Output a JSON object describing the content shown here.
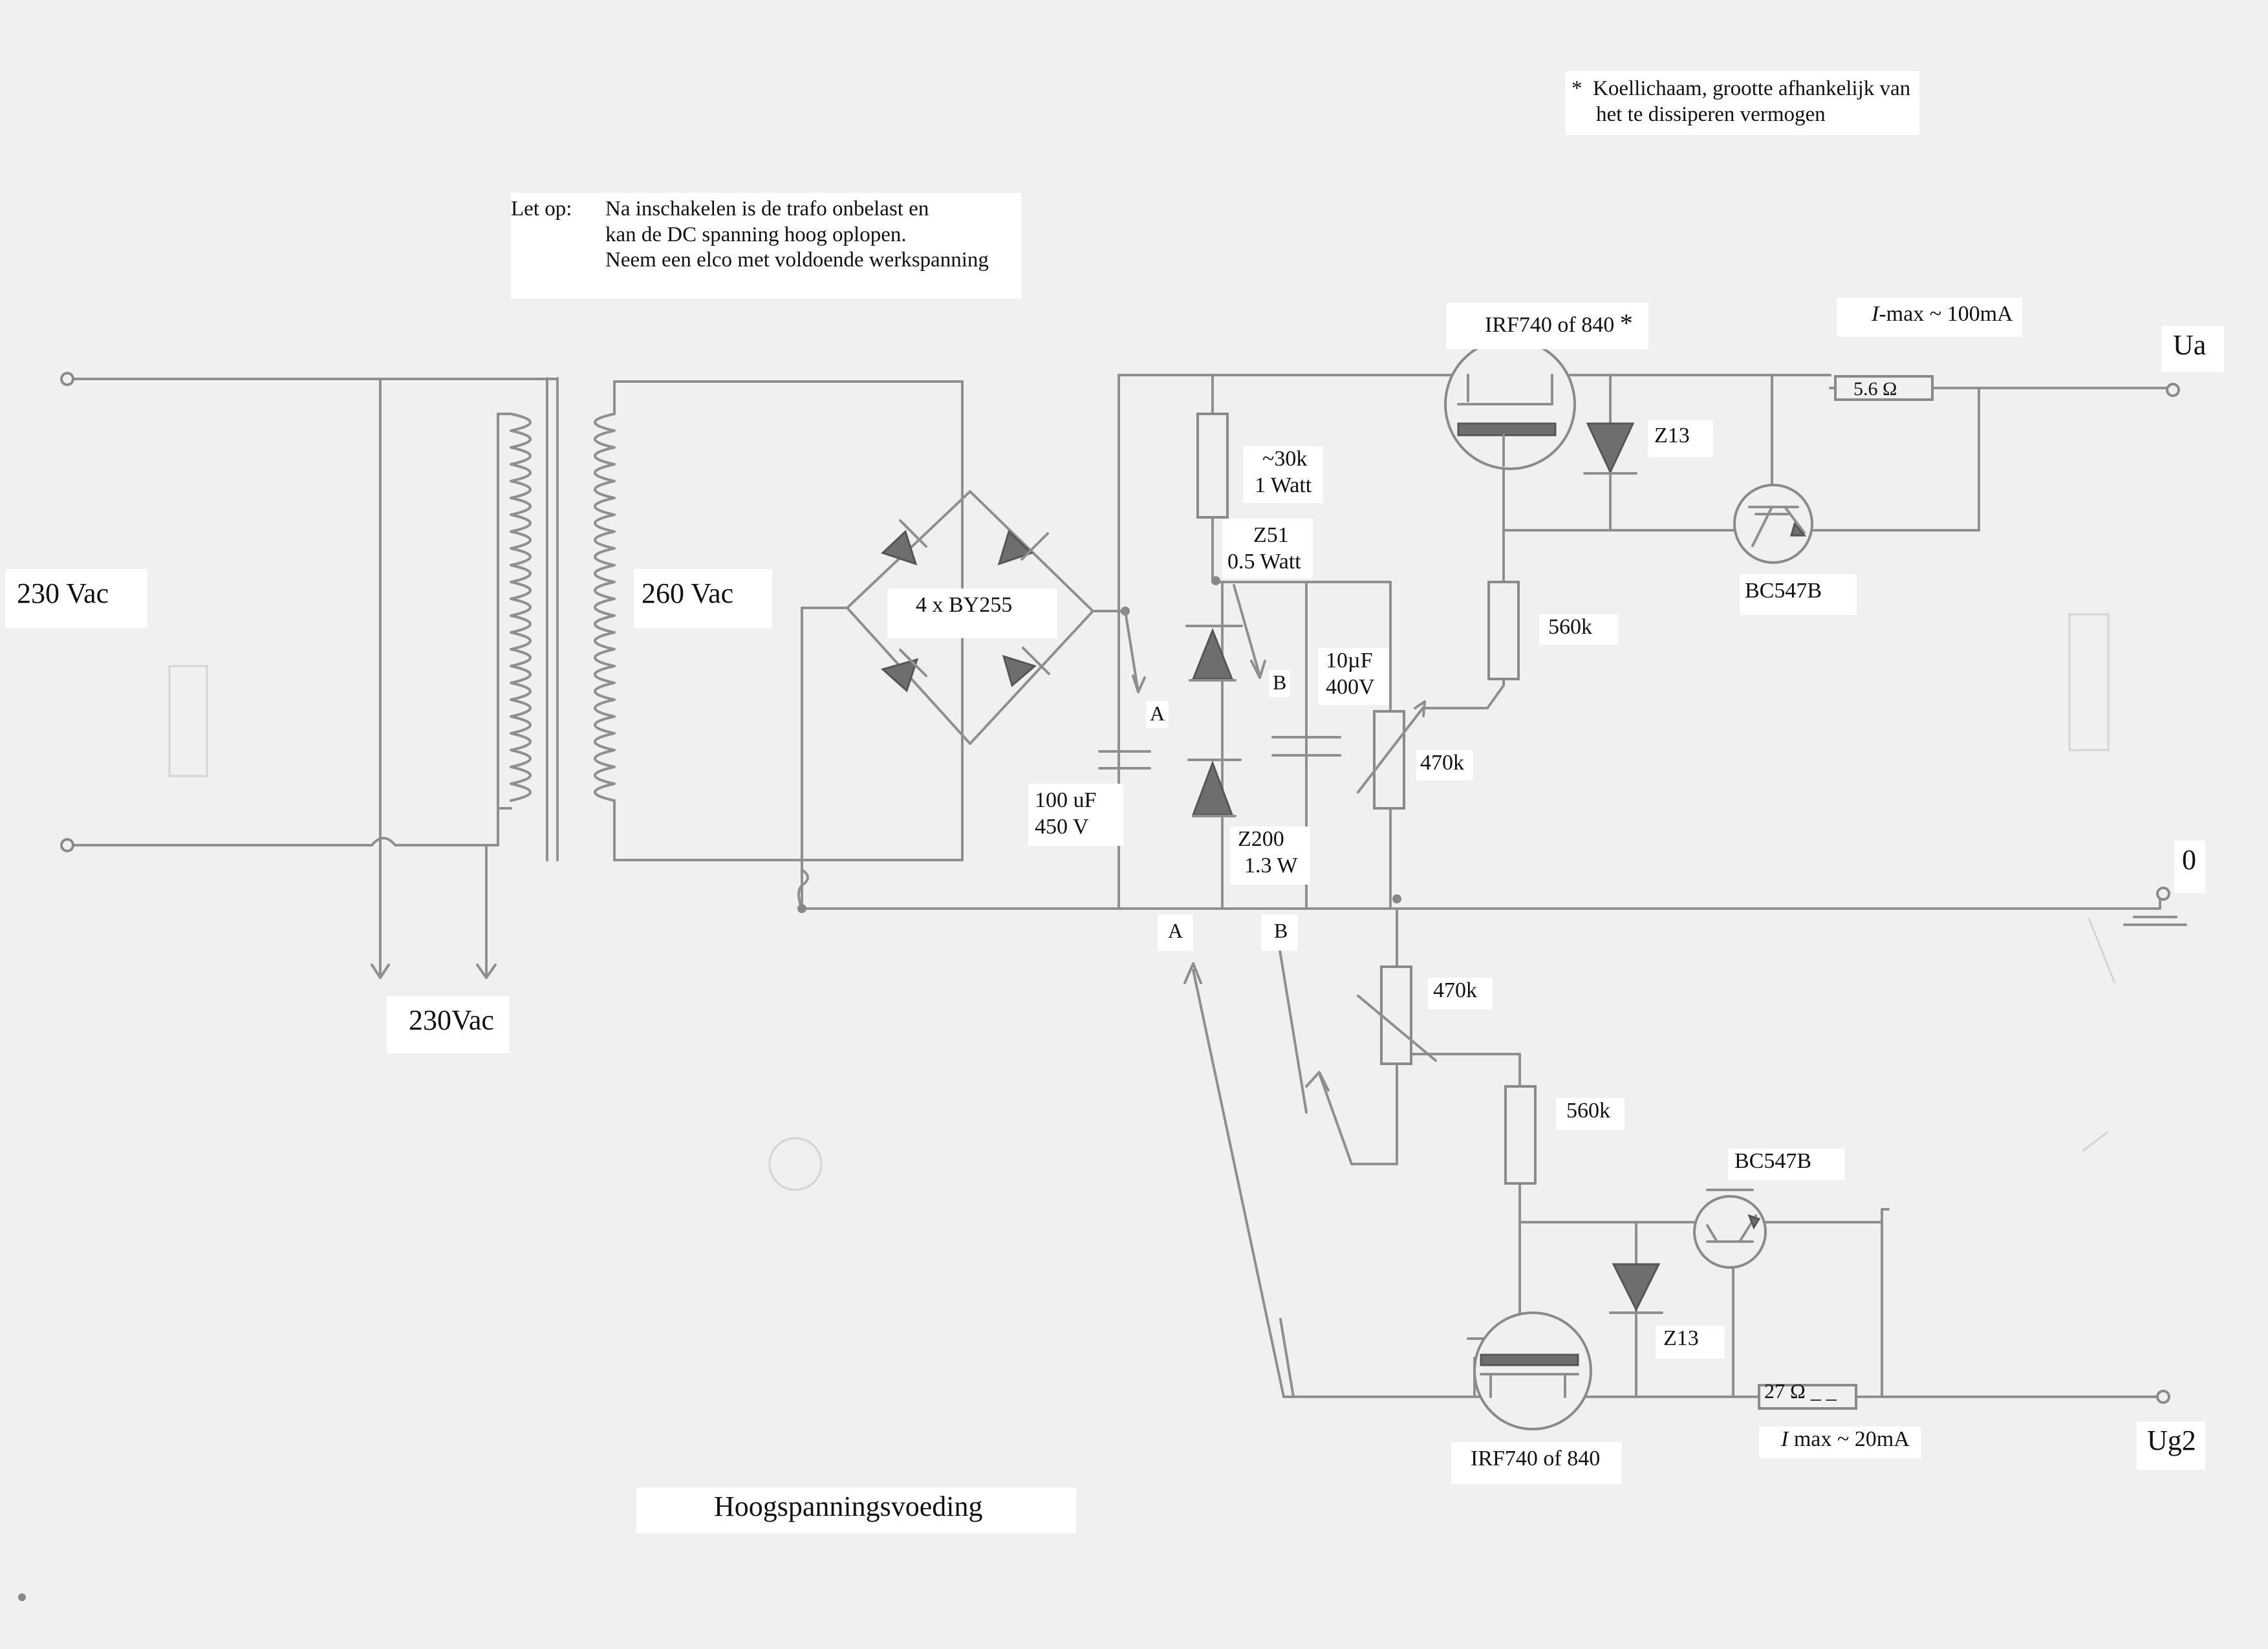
{
  "labels": {
    "heatsink_note_star": "*",
    "heatsink_note_line1": "Koellichaam, grootte afhankelijk van",
    "heatsink_note_line2": "het te dissiperen vermogen",
    "letop_prefix": "Let op:",
    "letop_line1": "Na inschakelen is de trafo onbelast en",
    "letop_line2": "kan de DC    spanning hoog oplopen.",
    "letop_line3": "Neem een elco met voldoende werkspanning",
    "input_voltage": "230 Vac",
    "secondary_voltage": "260 Vac",
    "aux_voltage": "230Vac",
    "bridge": "4 x BY255",
    "mosfet_top": "IRF740 of  840",
    "mosfet_top_star": "*",
    "imax_top_i": "I",
    "imax_top_rest": "-max  ~ 100mA",
    "out_ua": "Ua",
    "r_shunt_top": "5.6 Ω",
    "z13_top": "Z13",
    "r30k_l1": "~30k",
    "r30k_l2": "1 Watt",
    "z51_l1": "Z51",
    "z51_l2": "0.5 Watt",
    "bc547_top": "BC547B",
    "r560k_top": "560k",
    "cap10_l1": "10µF",
    "cap10_l2": "400V",
    "tap_b_top": "B",
    "tap_a_top": "A",
    "pot_top": "470k",
    "cap100_l1": "100 uF",
    "cap100_l2": "450 V",
    "z200_l1": "Z200",
    "z200_l2": "1.3 W",
    "out_zero": "0",
    "tap_a_bottom": "A",
    "tap_b_bottom": "B",
    "pot_bottom": "470k",
    "r560k_bottom": "560k",
    "bc547_bottom": "BC547B",
    "z13_bottom": "Z13",
    "r_shunt_bottom": "27 Ω  _ _",
    "imax_bottom_i": "I",
    "imax_bottom_rest": " max  ~ 20mA",
    "out_ug2": "Ug2",
    "mosfet_bottom": "IRF740 of 840",
    "title": "Hoogspanningsvoeding"
  }
}
